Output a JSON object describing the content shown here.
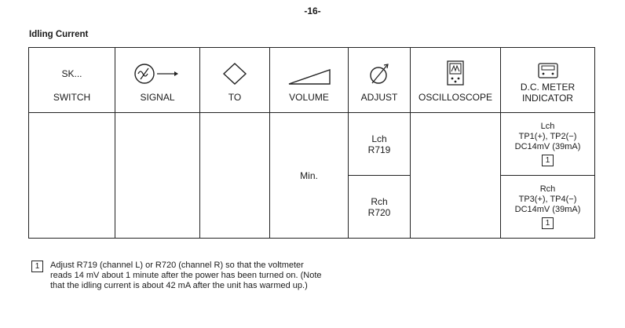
{
  "page": {
    "number": "-16-",
    "title": "Idling Current"
  },
  "table": {
    "headers": {
      "switch": {
        "top": "SK...",
        "bottom": "SWITCH",
        "icon": "switch-label"
      },
      "signal": {
        "label": "SIGNAL",
        "icon": "signal-generator-icon"
      },
      "to": {
        "label": "TO",
        "icon": "diamond-icon"
      },
      "volume": {
        "label": "VOLUME",
        "icon": "volume-wedge-icon"
      },
      "adjust": {
        "label": "ADJUST",
        "icon": "adjust-icon"
      },
      "oscilloscope": {
        "label": "OSCILLOSCOPE",
        "icon": "oscilloscope-icon"
      },
      "meter": {
        "line1": "D.C. METER",
        "line2": "INDICATOR",
        "icon": "dc-meter-icon"
      }
    },
    "rows": {
      "volume_value": "Min.",
      "lch": {
        "line1": "Lch",
        "line2": "R719"
      },
      "rch": {
        "line1": "Rch",
        "line2": "R720"
      },
      "lch_meter": {
        "line1": "Lch",
        "line2": "TP1(+), TP2(−)",
        "line3": "DC14mV (39mA)",
        "ref": "1"
      },
      "rch_meter": {
        "line1": "Rch",
        "line2": "TP3(+), TP4(−)",
        "line3": "DC14mV (39mA)",
        "ref": "1"
      }
    }
  },
  "note": {
    "ref": "1",
    "text": "Adjust R719 (channel L) or R720 (channel R) so that the voltmeter reads 14 mV about 1 minute after the power has been turned on. (Note that the idling current is about 42 mA after the unit has warmed up.)"
  }
}
